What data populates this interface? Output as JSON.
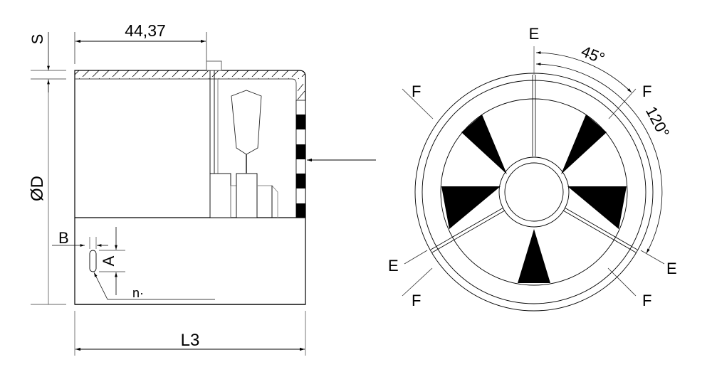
{
  "side_view": {
    "dim_top": "44,37",
    "dim_thickness": "S",
    "dim_diameter": "ØD",
    "dim_length": "L3",
    "dim_slot_offset": "B",
    "dim_slot_height": "A",
    "slot_count": "n·"
  },
  "front_view": {
    "label_e_top": "E",
    "label_e_left": "E",
    "label_e_right": "E",
    "label_f_top_left": "F",
    "label_f_top_right": "F",
    "label_f_bottom_left": "F",
    "label_f_bottom_right": "F",
    "angle_small": "45°",
    "angle_large": "120°"
  },
  "colors": {
    "line": "#000000",
    "thin_line": "#333333",
    "fill_black": "#000000",
    "background": "#ffffff"
  }
}
